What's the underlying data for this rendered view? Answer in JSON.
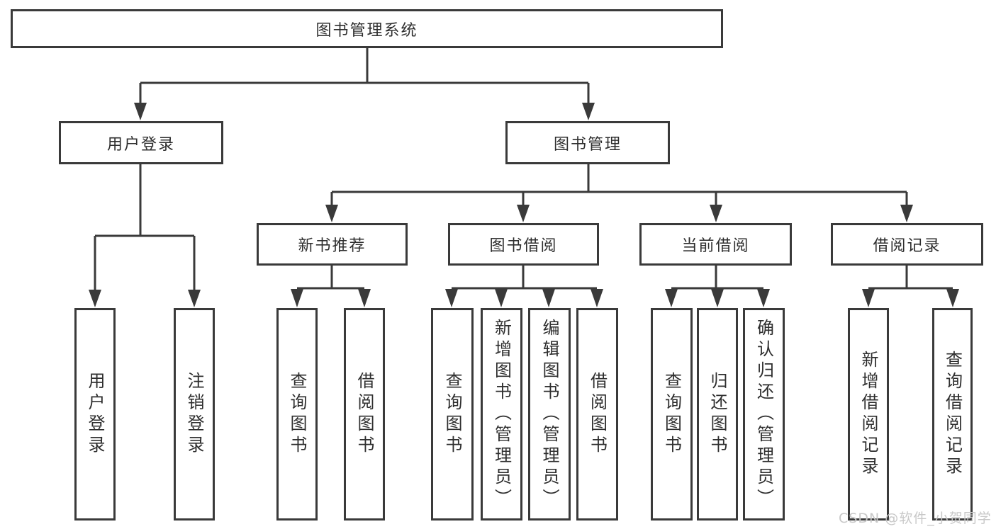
{
  "tree": {
    "label": "图书管理系统",
    "children": [
      {
        "label": "用户登录",
        "children": [
          {
            "label": "用户登录"
          },
          {
            "label": "注销登录"
          }
        ]
      },
      {
        "label": "图书管理",
        "children": [
          {
            "label": "新书推荐",
            "children": [
              {
                "label": "查询图书"
              },
              {
                "label": "借阅图书"
              }
            ]
          },
          {
            "label": "图书借阅",
            "children": [
              {
                "label": "查询图书"
              },
              {
                "label": "新增图书（管理员）"
              },
              {
                "label": "编辑图书（管理员）"
              },
              {
                "label": "借阅图书"
              }
            ]
          },
          {
            "label": "当前借阅",
            "children": [
              {
                "label": "查询图书"
              },
              {
                "label": "归还图书"
              },
              {
                "label": "确认归还（管理员）"
              }
            ]
          },
          {
            "label": "借阅记录",
            "children": [
              {
                "label": "新增借阅记录"
              },
              {
                "label": "查询借阅记录"
              }
            ]
          }
        ]
      }
    ]
  },
  "watermark": {
    "text": "CSDN @软件_小贺同学"
  },
  "colors": {
    "border": "#3a3a3a",
    "line": "#3a3a3a",
    "text": "#2e2e2e",
    "wm": "#c8c8c8",
    "bg": "#ffffff"
  }
}
